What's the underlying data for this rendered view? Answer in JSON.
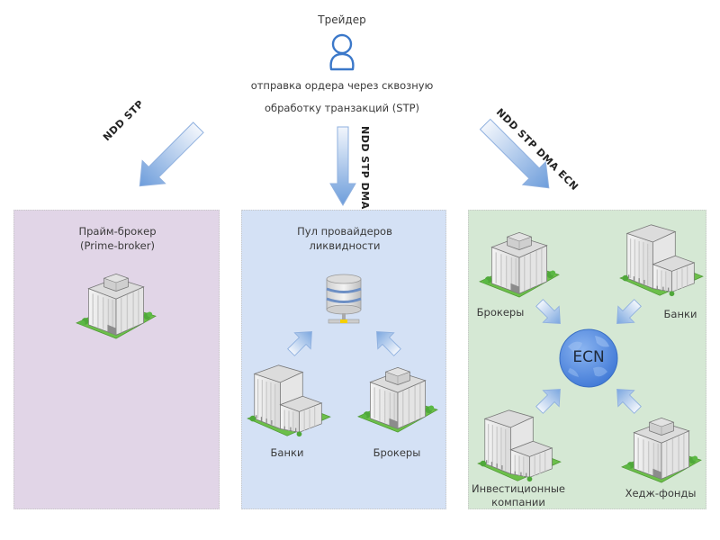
{
  "trader": {
    "title": "Трейдер",
    "icon": "user-icon",
    "description_line1": "отправка ордера через сквозную",
    "description_line2": "обработку транзакций (STP)"
  },
  "flows": [
    {
      "label": "NDD  STP",
      "direction": "down-left",
      "target": "prime-broker"
    },
    {
      "label": "NDD  STP  DMA",
      "direction": "down",
      "target": "liquidity-pool"
    },
    {
      "label": "NDD  STP  DMA  ECN",
      "direction": "down-right",
      "target": "ecn"
    }
  ],
  "panels": {
    "prime_broker": {
      "title_line1": "Прайм-брокер",
      "title_line2": "(Prime-broker)",
      "color": "#e1d5e7",
      "icon": "office-building-icon"
    },
    "liquidity_pool": {
      "title_line1": "Пул провайдеров",
      "title_line2": "ликвидности",
      "color": "#d4e1f5",
      "hub_icon": "database-server-icon",
      "members": [
        {
          "label": "Банки",
          "icon": "bank-building-icon"
        },
        {
          "label": "Брокеры",
          "icon": "office-building-icon"
        }
      ]
    },
    "ecn": {
      "hub_label": "ECN",
      "hub_icon": "globe-icon",
      "color": "#d5e8d4",
      "members": [
        {
          "label": "Брокеры",
          "icon": "office-building-icon"
        },
        {
          "label": "Банки",
          "icon": "bank-building-icon"
        },
        {
          "label_line1": "Инвестиционные",
          "label_line2": "компании",
          "icon": "bank-building-icon"
        },
        {
          "label": "Хедж-фонды",
          "icon": "office-building-icon"
        }
      ]
    }
  },
  "colors": {
    "arrow_light": "#eef3fb",
    "arrow_dark": "#6f9fdc",
    "arrow_stroke": "#8fb0df",
    "user_icon": "#3b78c9",
    "globe": "#5b8fe0"
  }
}
